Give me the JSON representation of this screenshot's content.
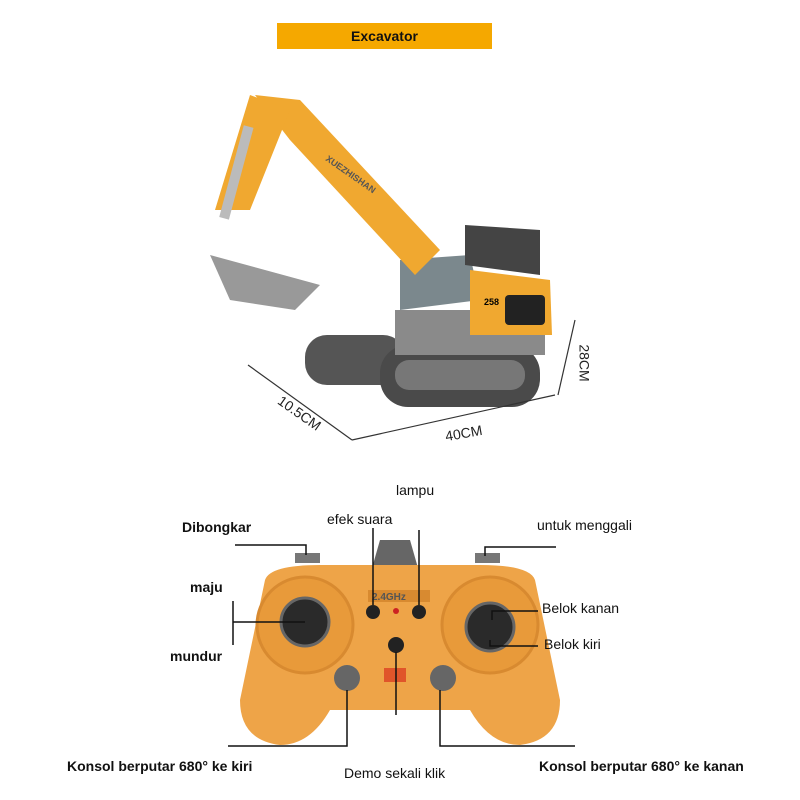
{
  "title": "Excavator",
  "model_number": "258",
  "brand_text": "XUEZHISHAN",
  "dimensions": {
    "length": "40CM",
    "width": "10.5CM",
    "height": "28CM"
  },
  "remote": {
    "frequency": "2.4GHz",
    "labels": {
      "lamp": "lampu",
      "sound": "efek suara",
      "dump": "Dibongkar",
      "dig": "untuk menggali",
      "forward": "maju",
      "backward": "mundur",
      "turn_right": "Belok kanan",
      "turn_left": "Belok kiri",
      "rotate_left": "Konsol berputar 680° ke kiri",
      "rotate_right": "Konsol berputar 680° ke kanan",
      "demo": "Demo sekali klik"
    }
  },
  "colors": {
    "accent": "#f5a800",
    "body": "#e8a040"
  }
}
